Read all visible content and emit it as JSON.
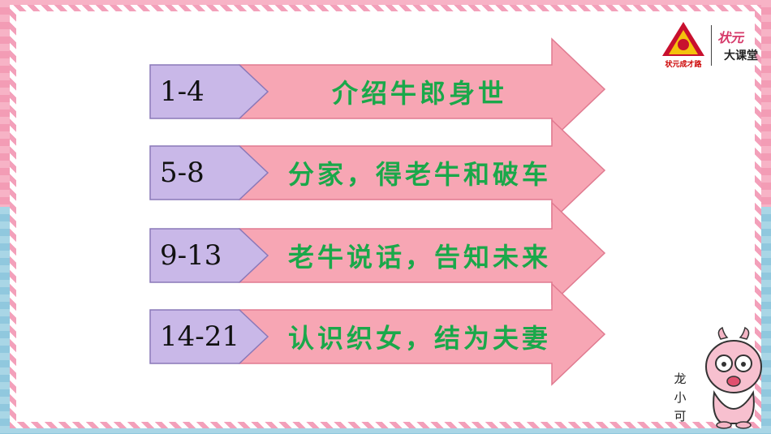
{
  "slide": {
    "rows": [
      {
        "range": "1-4",
        "text": "介绍牛郎身世"
      },
      {
        "range": "5-8",
        "text": "分家，得老牛和破车"
      },
      {
        "range": "9-13",
        "text": "老牛说话，告知未来"
      },
      {
        "range": "14-21",
        "text": "认识织女，结为夫妻"
      }
    ]
  },
  "logo": {
    "left_text": "状元成才路",
    "right_top": "状元",
    "right_bottom": "大课堂"
  },
  "mascot": {
    "label_chars": [
      "龙",
      "小",
      "可"
    ]
  },
  "colors": {
    "row_text": "#1aa84a",
    "arrow_fill": "#f7a6b4",
    "label_fill": "#c9b8e8"
  }
}
